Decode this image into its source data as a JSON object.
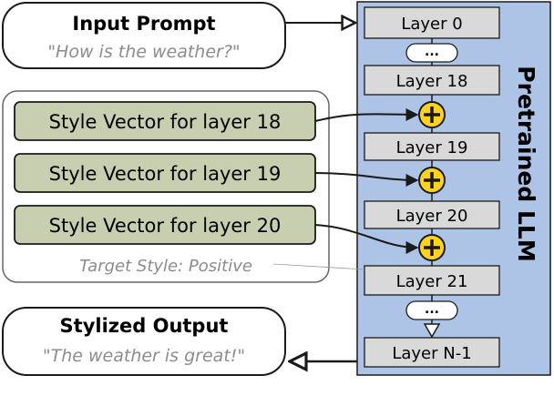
{
  "input": {
    "title": "Input Prompt",
    "text": "\"How is the weather?\""
  },
  "output": {
    "title": "Stylized Output",
    "text": "\"The weather is great!\""
  },
  "style_group": {
    "caption": "Target Style: Positive",
    "vectors": [
      {
        "label": "Style Vector for layer 18"
      },
      {
        "label": "Style Vector for layer 19"
      },
      {
        "label": "Style Vector for layer 20"
      }
    ]
  },
  "llm": {
    "label": "Pretrained LLM",
    "ellipsis": "...",
    "layers": {
      "l0": "Layer 0",
      "l18": "Layer 18",
      "l19": "Layer 19",
      "l20": "Layer 20",
      "l21": "Layer 21",
      "ln": "Layer N-1"
    }
  },
  "colors": {
    "llm_fill": "#aec4e6",
    "layer_fill": "#d9d9d9",
    "vector_fill": "#c8cfb0",
    "plus_fill": "#ffd21f",
    "stroke": "#1a1a1a",
    "group_stroke": "#666666",
    "caption_text": "#8c8c8c"
  }
}
